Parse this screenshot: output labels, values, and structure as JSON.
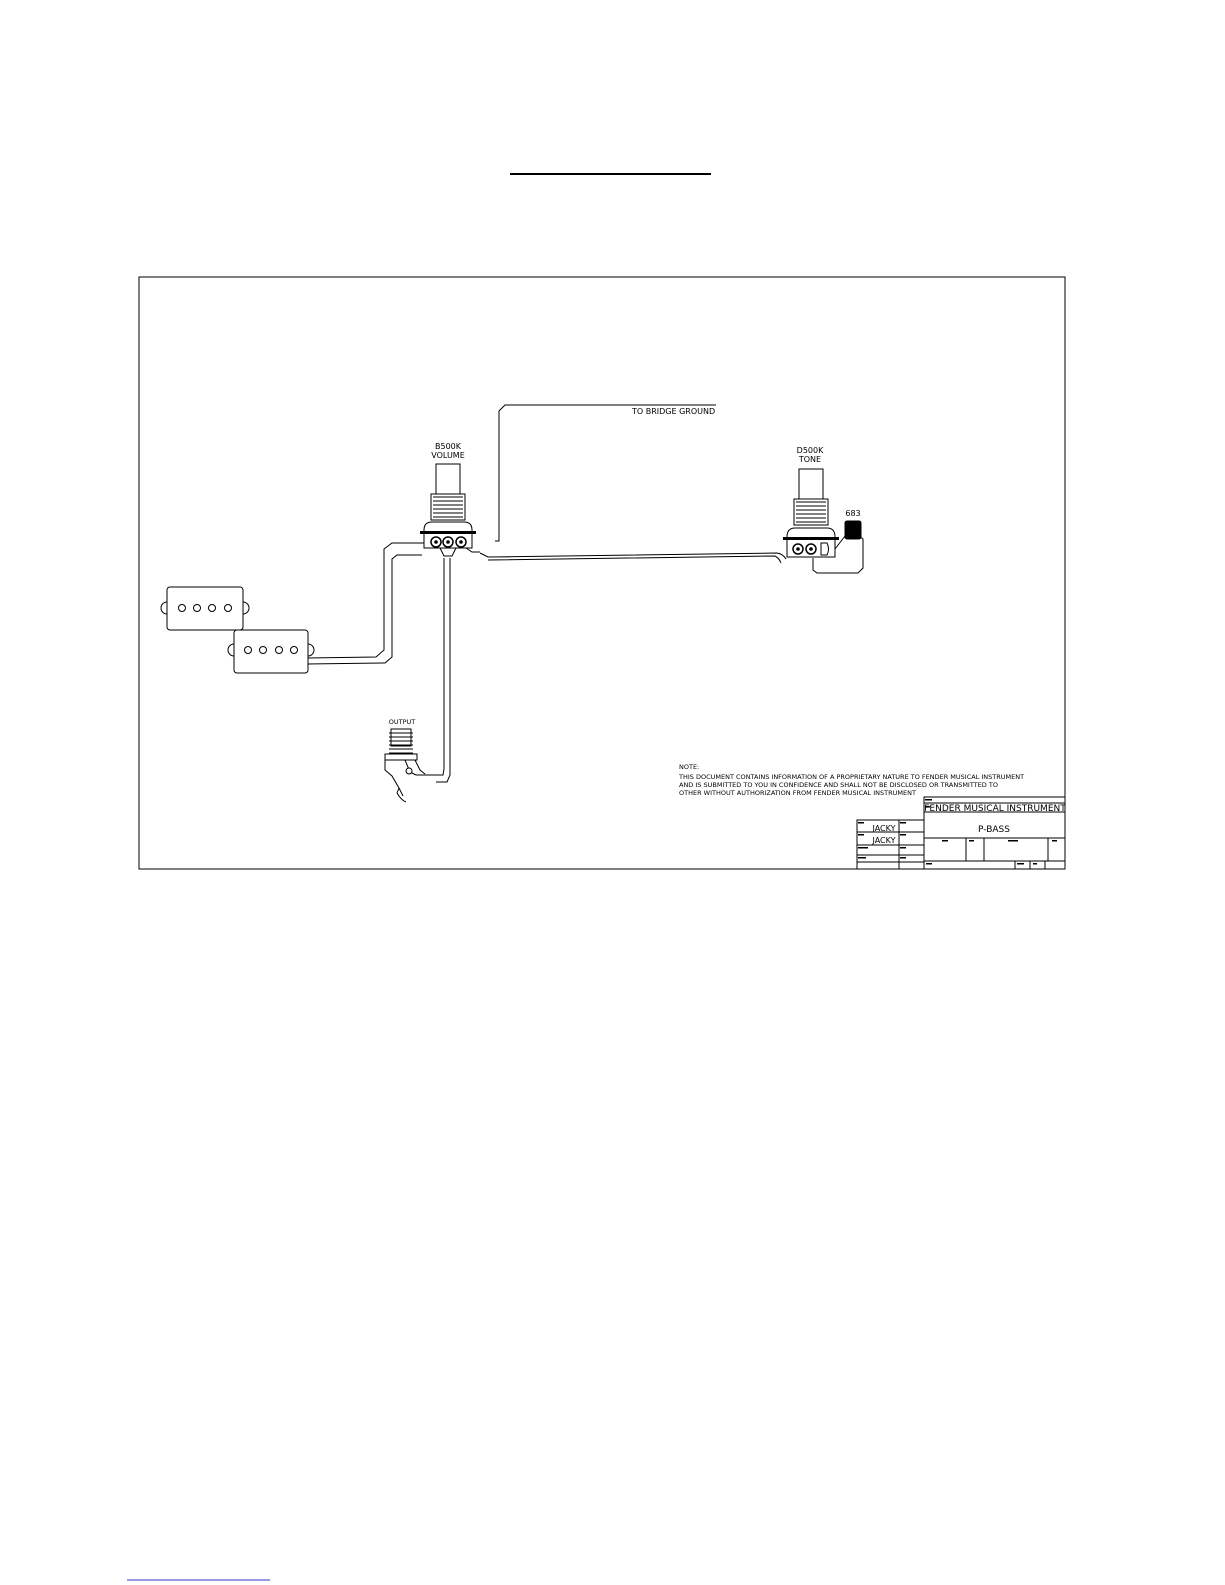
{
  "diagram": {
    "bridge_ground_label": "TO BRIDGE GROUND",
    "volume_pot": {
      "value": "B500K",
      "name": "VOLUME"
    },
    "tone_pot": {
      "value": "D500K",
      "name": "TONE"
    },
    "capacitor_label": "683",
    "output_label": "OUTPUT"
  },
  "note": {
    "heading": "NOTE:",
    "lines": [
      "THIS DOCUMENT CONTAINS INFORMATION OF A PROPRIETARY NATURE TO FENDER MUSICAL INSTRUMENT",
      "AND IS SUBMITTED TO YOU IN CONFIDENCE AND SHALL NOT BE DISCLOSED OR TRANSMITTED TO",
      "OTHER WITHOUT AUTHORIZATION FROM FENDER MUSICAL INSTRUMENT"
    ]
  },
  "title_block": {
    "company": "FENDER MUSICAL INSTRUMENT",
    "title": "P-BASS",
    "drawn_by": "JACKY",
    "checked_by": "JACKY"
  }
}
